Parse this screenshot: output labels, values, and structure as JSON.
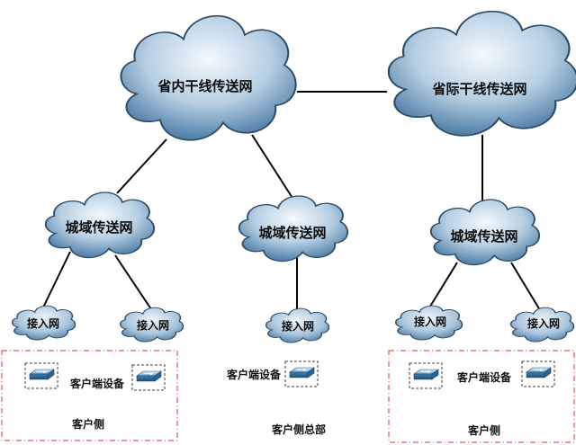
{
  "networks": {
    "provincial_backbone": "省内干线传送网",
    "international_backbone": "省际干线传送网",
    "metro_left": "城域传送网",
    "metro_middle": "城域传送网",
    "metro_right": "城域传送网"
  },
  "access": {
    "a1": "接入网",
    "a2": "接入网",
    "a3": "接入网",
    "a4": "接入网",
    "a5": "接入网"
  },
  "labels": {
    "customer_device_left": "客户端设备",
    "customer_device_middle": "客户端设备",
    "customer_device_right": "客户端设备",
    "customer_side_left": "客户侧",
    "customer_hq": "客户侧总部",
    "customer_side_right": "客户侧"
  },
  "icons": {
    "cloud": "cloud-icon",
    "device": "switch-icon"
  },
  "colors": {
    "cloud_fill_light": "#dceaf4",
    "cloud_fill_dark": "#4f7ea6",
    "cloud_stroke": "#2b4a66",
    "link": "#000000",
    "group_border": "#d8333a",
    "device_box": "#3c3c3c"
  }
}
